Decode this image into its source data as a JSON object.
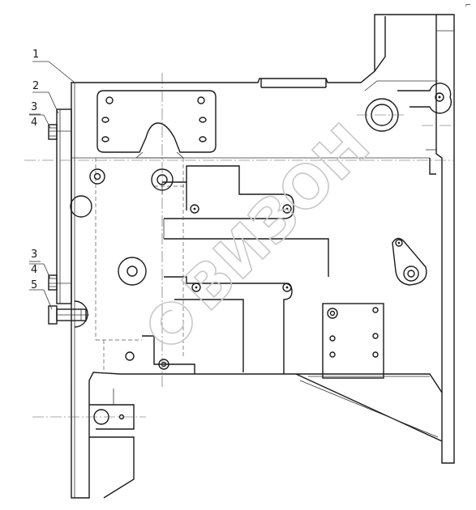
{
  "callouts": [
    {
      "label": "1"
    },
    {
      "label": "2"
    },
    {
      "label": "3"
    },
    {
      "label": "4"
    },
    {
      "label": "3"
    },
    {
      "label": "4"
    },
    {
      "label": "5"
    }
  ],
  "watermark": {
    "text": "©ВИЗОН"
  },
  "corner_mark": "⌐"
}
